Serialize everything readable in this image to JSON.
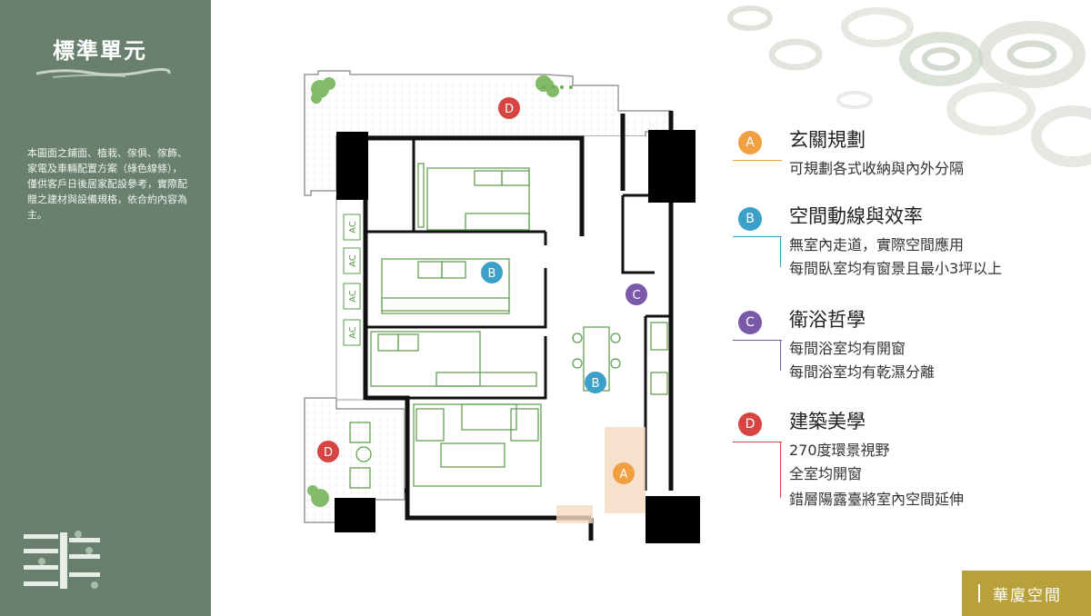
{
  "sidebar": {
    "title": "標準單元",
    "description": "本圖面之鋪面、植栽、傢俱、傢飾、家電及車輛配置方案（綠色線條），僅供客戶日後居家配設參考，實際配贈之建材與設備規格，依合約內容為主。"
  },
  "floorplan": {
    "markers": [
      {
        "letter": "D",
        "color": "#d64541"
      },
      {
        "letter": "B",
        "color": "#3ca0c8"
      },
      {
        "letter": "C",
        "color": "#7a5aa8"
      },
      {
        "letter": "B",
        "color": "#3ca0c8"
      },
      {
        "letter": "D",
        "color": "#d64541"
      },
      {
        "letter": "A",
        "color": "#f0a040"
      }
    ],
    "ac_label": "AC"
  },
  "features": [
    {
      "letter": "A",
      "color": "#f0a040",
      "title": "玄關規劃",
      "lines": [
        "可規劃各式收納與內外分隔"
      ]
    },
    {
      "letter": "B",
      "color": "#3ca0c8",
      "title": "空間動線與效率",
      "lines": [
        "無室內走道，實際空間應用",
        "每間臥室均有窗景且最小3坪以上"
      ]
    },
    {
      "letter": "C",
      "color": "#7a5aa8",
      "title": "衛浴哲學",
      "lines": [
        "每間浴室均有開窗",
        "每間浴室均有乾濕分離"
      ]
    },
    {
      "letter": "D",
      "color": "#d64541",
      "title": "建築美學",
      "lines": [
        "270度環景視野",
        "全室均開窗",
        "錯層陽露臺將室內空間延伸"
      ]
    }
  ],
  "brand": {
    "label": "華廈空間"
  },
  "colors": {
    "sidebar": "#68806d",
    "brand": "#b8a03a"
  }
}
